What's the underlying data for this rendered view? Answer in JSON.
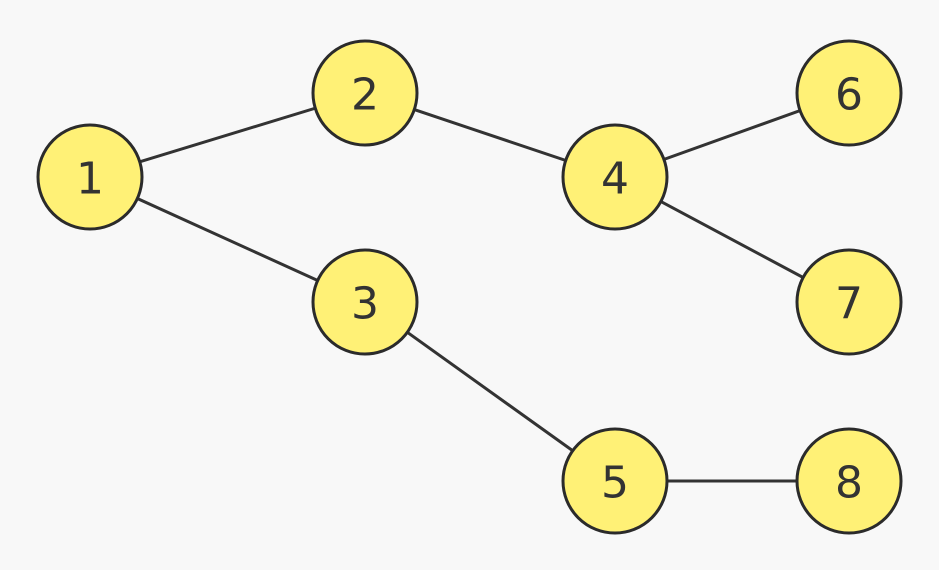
{
  "graph": {
    "node_color": "#fff176",
    "stroke_color": "#333333",
    "background": "#f8f8f8",
    "nodes": [
      {
        "id": "1",
        "label": "1"
      },
      {
        "id": "2",
        "label": "2"
      },
      {
        "id": "3",
        "label": "3"
      },
      {
        "id": "4",
        "label": "4"
      },
      {
        "id": "5",
        "label": "5"
      },
      {
        "id": "6",
        "label": "6"
      },
      {
        "id": "7",
        "label": "7"
      },
      {
        "id": "8",
        "label": "8"
      }
    ],
    "edges": [
      {
        "from": "1",
        "to": "2"
      },
      {
        "from": "1",
        "to": "3"
      },
      {
        "from": "2",
        "to": "4"
      },
      {
        "from": "4",
        "to": "6"
      },
      {
        "from": "4",
        "to": "7"
      },
      {
        "from": "3",
        "to": "5"
      },
      {
        "from": "5",
        "to": "8"
      }
    ]
  }
}
